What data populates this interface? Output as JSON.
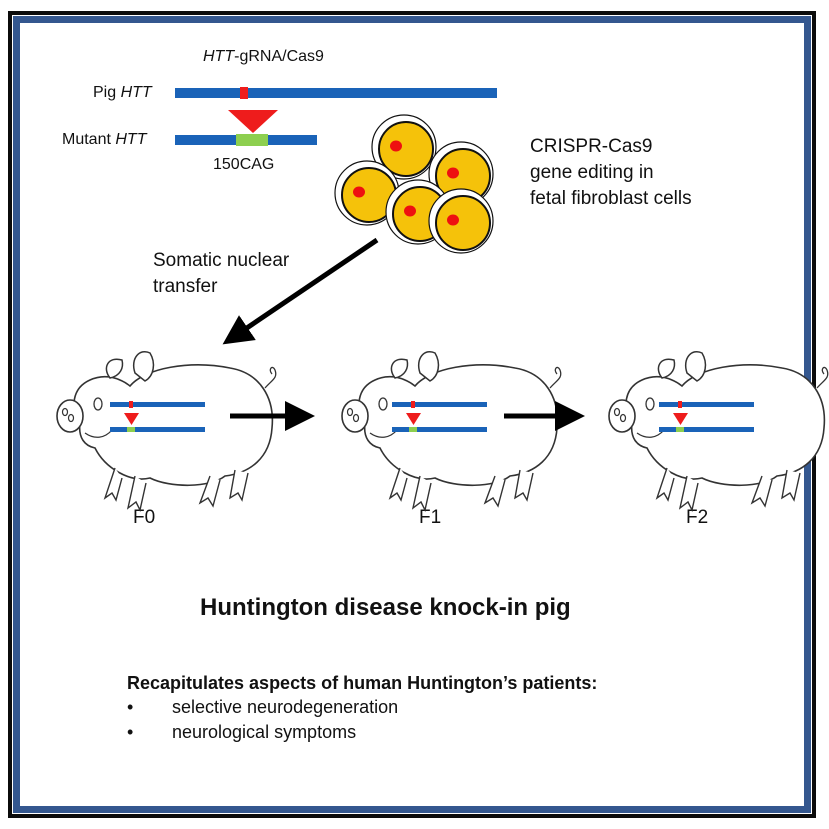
{
  "diagram": {
    "gene_editing": {
      "guide_label_italic": "HTT",
      "guide_label_rest": "-gRNA/Cas9",
      "wildtype_label_prefix": "Pig ",
      "wildtype_label_italic": "HTT",
      "mutant_label_prefix": "Mutant ",
      "mutant_label_italic": "HTT",
      "insert_label": "150CAG"
    },
    "cells": {
      "description_lines": [
        "CRISPR-Cas9",
        "gene editing in",
        "fetal fibroblast cells"
      ],
      "count": 5
    },
    "transfer_label_lines": [
      "Somatic nuclear",
      "transfer"
    ],
    "generations": [
      "F0",
      "F1",
      "F2"
    ],
    "title": "Huntington disease knock-in pig",
    "summary": {
      "heading": "Recapitulates aspects of human Huntington’s patients:",
      "bullet_symbol": "•",
      "bullets": [
        "selective neurodegeneration",
        "neurological symptoms"
      ]
    },
    "colors": {
      "gene_bar": "#1a63b8",
      "cut_site": "#ee1c1c",
      "insert": "#8dcf4f",
      "cell_fill": "#f5c20a",
      "nucleus": "#ee1010",
      "frame_blue": "#34578f",
      "frame_black": "#0b0b0b"
    }
  }
}
